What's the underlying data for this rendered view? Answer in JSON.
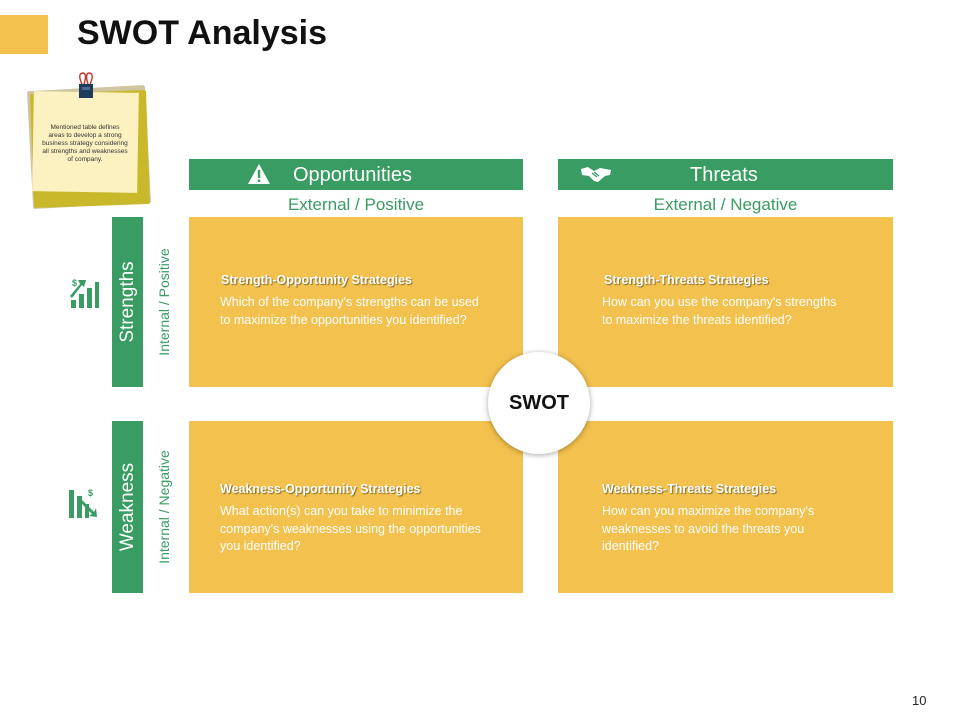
{
  "title": "SWOT Analysis",
  "note": {
    "text": "Mentioned table defines areas to develop a strong business strategy considering all strengths and weaknesses of company."
  },
  "columns": [
    {
      "label": "Opportunities",
      "sublabel": "External / Positive",
      "icon": "warning-icon"
    },
    {
      "label": "Threats",
      "sublabel": "External / Negative",
      "icon": "handshake-icon"
    }
  ],
  "rows": [
    {
      "label": "Strengths",
      "sublabel": "Internal  / Positive",
      "icon": "growth-chart-icon"
    },
    {
      "label": "Weakness",
      "sublabel": "Internal  / Negative",
      "icon": "decline-chart-icon"
    }
  ],
  "quadrants": {
    "so": {
      "title": "Strength-Opportunity Strategies",
      "body": "Which of the company's strengths can be used to maximize the opportunities you identified?"
    },
    "st": {
      "title": "Strength-Threats Strategies",
      "body": "How can you use the company's strengths to maximize the threats identified?"
    },
    "wo": {
      "title": "Weakness-Opportunity Strategies",
      "body": "What action(s) can you take to minimize the company's weaknesses using the opportunities you identified?"
    },
    "wt": {
      "title": "Weakness-Threats Strategies",
      "body": "How can you maximize the company's weaknesses to avoid the threats you identified?"
    }
  },
  "center_label": "SWOT",
  "page_number": "10",
  "colors": {
    "green": "#389c63",
    "yellow": "#f2c14e"
  }
}
